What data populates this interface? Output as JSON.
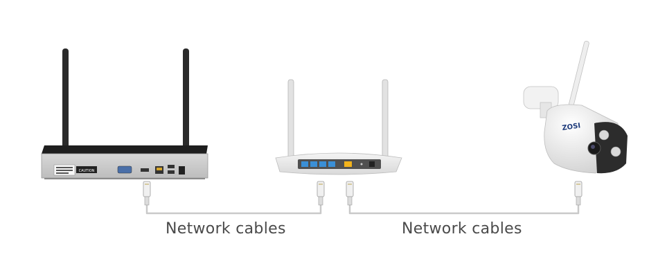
{
  "captions": {
    "left": "Network cables",
    "right": "Network cables"
  },
  "devices": {
    "nvr": {
      "icon": "nvr-recorder-icon",
      "label_caution": "CAUTION"
    },
    "router": {
      "icon": "wifi-router-icon"
    },
    "camera": {
      "icon": "ip-bullet-camera-icon",
      "brand": "ZOSI"
    }
  },
  "colors": {
    "cable": "#c9c9c9",
    "port_blue": "#3a8fd6",
    "port_yellow": "#f2b31c",
    "antenna_dark": "#2a2a2a",
    "device_light": "#eeeeee"
  }
}
